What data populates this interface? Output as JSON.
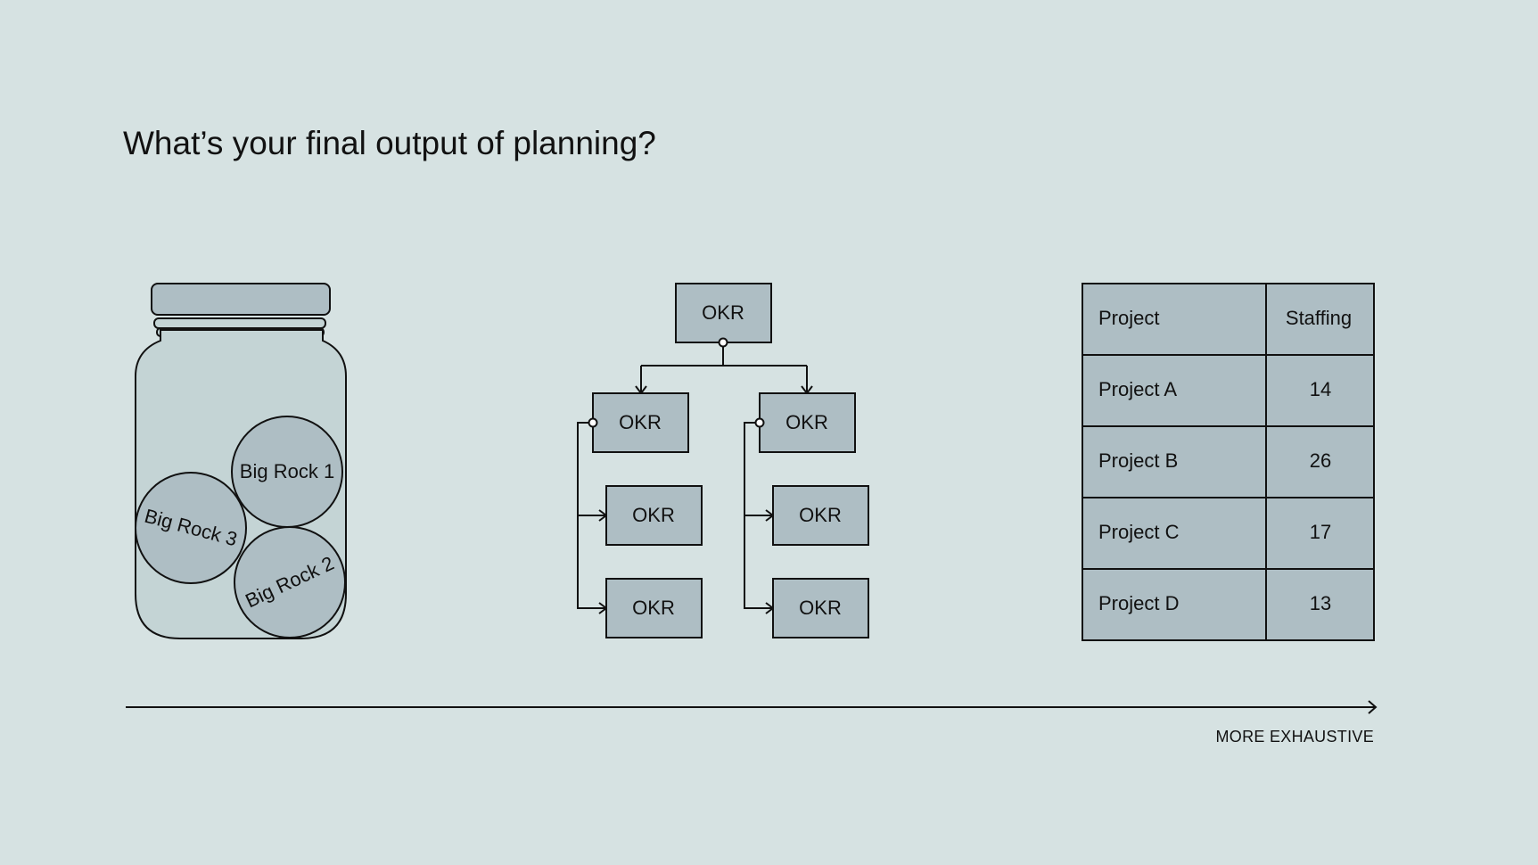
{
  "title": "What’s your final output of planning?",
  "colors": {
    "background": "#d6e2e2",
    "jar_fill": "#c4d4d5",
    "block_fill": "#aebec4",
    "stroke": "#111111"
  },
  "jar": {
    "rocks": [
      {
        "label": "Big Rock 1"
      },
      {
        "label": "Big Rock 2"
      },
      {
        "label": "Big Rock 3"
      }
    ]
  },
  "okr_tree": {
    "root": "OKR",
    "branches": [
      {
        "head": "OKR",
        "children": [
          "OKR",
          "OKR"
        ]
      },
      {
        "head": "OKR",
        "children": [
          "OKR",
          "OKR"
        ]
      }
    ]
  },
  "staffing_table": {
    "headers": [
      "Project",
      "Staffing"
    ],
    "rows": [
      [
        "Project A",
        "14"
      ],
      [
        "Project B",
        "26"
      ],
      [
        "Project C",
        "17"
      ],
      [
        "Project D",
        "13"
      ]
    ]
  },
  "axis": {
    "label": "MORE EXHAUSTIVE",
    "arrow_icon": "arrow-right-icon"
  }
}
